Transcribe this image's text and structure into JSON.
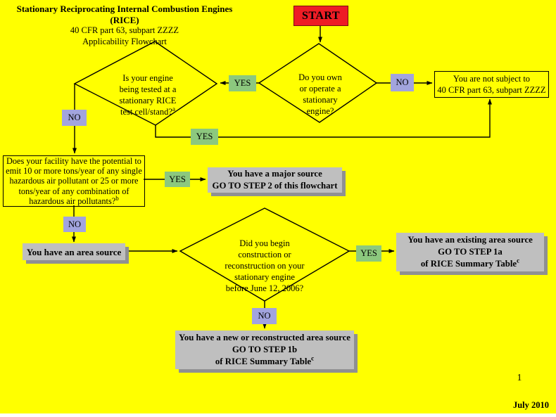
{
  "page": {
    "page_number": "1",
    "date": "July 2010",
    "background_color": "#FFFF00"
  },
  "colors": {
    "start_red": "#EE1C25",
    "yes_green": "#8CC87E",
    "no_lavender": "#A2A4DE",
    "result_gray": "#BFBFBF",
    "shadow_gray": "#8F9092",
    "line_black": "#000000"
  },
  "title": {
    "line1": "Stationary Reciprocating Internal Combustion Engines (RICE)",
    "line2": "40 CFR part 63, subpart ZZZZ",
    "line3": "Applicability Flowchart"
  },
  "labels": {
    "yes": "YES",
    "no": "NO"
  },
  "nodes": {
    "start": {
      "label": "START"
    },
    "q_own_engine": {
      "text": "Do you own\nor operate a\nstationary\nengine?"
    },
    "q_test_cell": {
      "text": "Is your engine\nbeing tested at a\nstationary RICE\ntest cell/stand?",
      "footnote": "a"
    },
    "not_subject": {
      "text": "You are not subject to\n40 CFR part 63, subpart ZZZZ"
    },
    "q_potential_emit": {
      "text": "Does your facility have the potential to\nemit 10 or more tons/year of any single\nhazardous air pollutant or 25 or more\ntons/year of any combination of\nhazardous air pollutants?",
      "footnote": "b"
    },
    "major_source": {
      "text": "You have a major source\nGO TO STEP 2 of this flowchart"
    },
    "area_source": {
      "text": "You have an area source"
    },
    "q_construction_date": {
      "text": "Did you begin\nconstruction or\nreconstruction on your\nstationary engine\nbefore June 12, 2006?"
    },
    "existing_area_source": {
      "line1": "You have an existing area source",
      "line2": "GO TO STEP 1a",
      "line3": "of  RICE Summary Table",
      "footnote": "c"
    },
    "new_area_source": {
      "line1": "You have a new or reconstructed area source",
      "line2": "GO TO STEP 1b",
      "line3": "of  RICE Summary Table",
      "footnote": "c"
    }
  }
}
